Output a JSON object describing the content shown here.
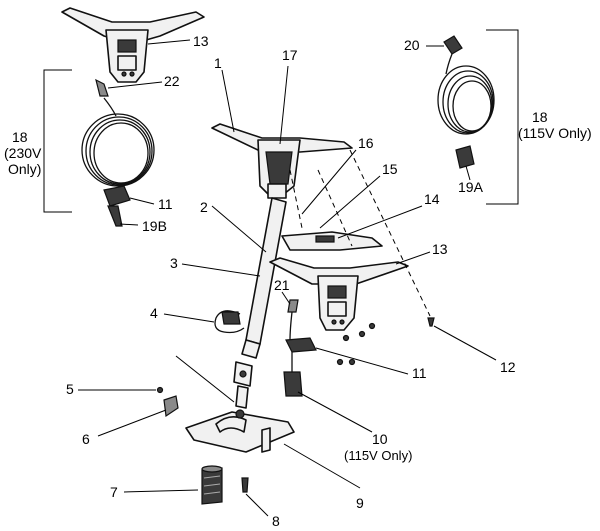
{
  "callouts": {
    "c1": "1",
    "c2": "2",
    "c3": "3",
    "c4": "4",
    "c5": "5",
    "c6": "6",
    "c7": "7",
    "c8": "8",
    "c9": "9",
    "c10": "10",
    "c10_note": "(115V Only)",
    "c11_top": "11",
    "c11_mid": "11",
    "c12": "12",
    "c13_top": "13",
    "c13_mid": "13",
    "c14": "14",
    "c15": "15",
    "c16": "16",
    "c17": "17",
    "c18_left": "18",
    "c18_left_note1": "(230V",
    "c18_left_note2": "Only)",
    "c18_right": "18",
    "c18_right_note": "(115V Only)",
    "c19A": "19A",
    "c19B": "19B",
    "c20": "20",
    "c21": "21",
    "c22": "22"
  }
}
